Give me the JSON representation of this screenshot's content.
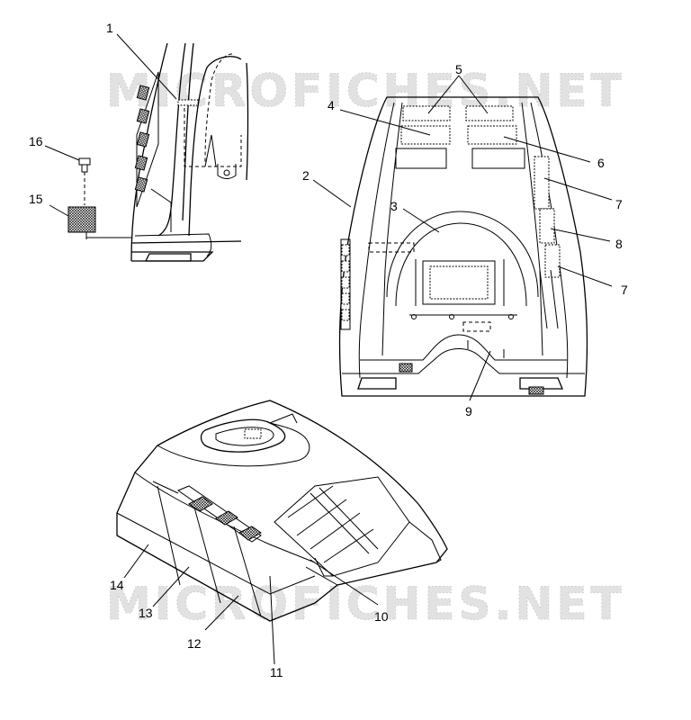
{
  "watermark": "MICROFICHES.NET",
  "callouts": {
    "c1": "1",
    "c2": "2",
    "c3": "3",
    "c4": "4",
    "c5": "5",
    "c6": "6",
    "c7a": "7",
    "c7b": "7",
    "c8": "8",
    "c9": "9",
    "c10": "10",
    "c11": "11",
    "c12": "12",
    "c13": "13",
    "c14": "14",
    "c15": "15",
    "c16": "16"
  }
}
